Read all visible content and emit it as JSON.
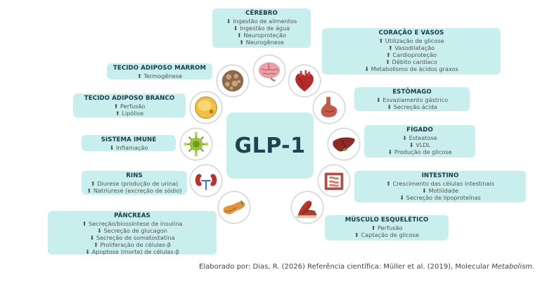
{
  "center": {
    "label": "GLP-1"
  },
  "boxes": {
    "cerebro": {
      "title": "CÉREBRO",
      "lines": [
        "⬇ Ingestão de alimentos",
        "⬇ Ingestão de água",
        "⬆ Neuroproteção",
        "⬆ Neurogênese"
      ]
    },
    "coracao": {
      "title": "CORAÇÃO E VASOS",
      "lines": [
        "⬆ Utilização de glicose",
        "⬆ Vasodilatação",
        "⬆ Cardioproteção",
        "⬆ Débito cardíaco",
        "⬇ Metabolismo de ácidos graxos"
      ]
    },
    "estomago": {
      "title": "ESTÔMAGO",
      "lines": [
        "⬇ Esvaziamento gástrico",
        "⬇ Secreção ácida"
      ]
    },
    "figado": {
      "title": "FÍGADO",
      "lines": [
        "⬇ Esteatose",
        "⬇ VLDL",
        "⬇ Produção de glicose"
      ]
    },
    "intestino": {
      "title": "INTESTINO",
      "lines": [
        "⬆ Crescimento das células intestinais",
        "⬇ Motilidade",
        "⬇ Secreção de lipoproteínas"
      ]
    },
    "musculo": {
      "title": "MÚSCULO ESQUELÉTICO",
      "lines": [
        "⬆ Perfusão",
        "⬆ Captação de glicose"
      ]
    },
    "pancreas": {
      "title": "PÂNCREAS",
      "lines": [
        "⬆ Secreção/biossíntese de insulina",
        "⬇ Secreção de glucagon",
        "⬇ Secreção de somatostatina",
        "⬆ Proliferação de células-β",
        "⬇ Apoptose (morte) de células-β"
      ]
    },
    "rins": {
      "title": "RINS",
      "lines": [
        "⬆ Diurese (produção de urina)",
        "⬆ Natriurese (excreção de sódio)"
      ]
    },
    "imune": {
      "title": "SISTEMA IMUNE",
      "lines": [
        "⬇ Inflamação"
      ]
    },
    "branco": {
      "title": "TECIDO ADIPOSO BRANCO",
      "lines": [
        "⬆ Perfusão",
        "⬆ Lipólise"
      ]
    },
    "marrom": {
      "title": "TECIDO ADIPOSO MARROM",
      "lines": [
        "⬆ Termogênese"
      ]
    }
  },
  "icons": [
    "brain-icon",
    "heart-icon",
    "stomach-icon",
    "liver-icon",
    "intestine-icon",
    "muscle-icon",
    "pancreas-icon",
    "kidneys-icon",
    "immune-cell-icon",
    "white-adipocyte-icon",
    "brown-adipose-icon"
  ],
  "footer": {
    "text": "Elaborado por: Dias, R. (2026) Referência científica: Müller et al. (2019), Molecular ",
    "journal": "Metabolism."
  }
}
